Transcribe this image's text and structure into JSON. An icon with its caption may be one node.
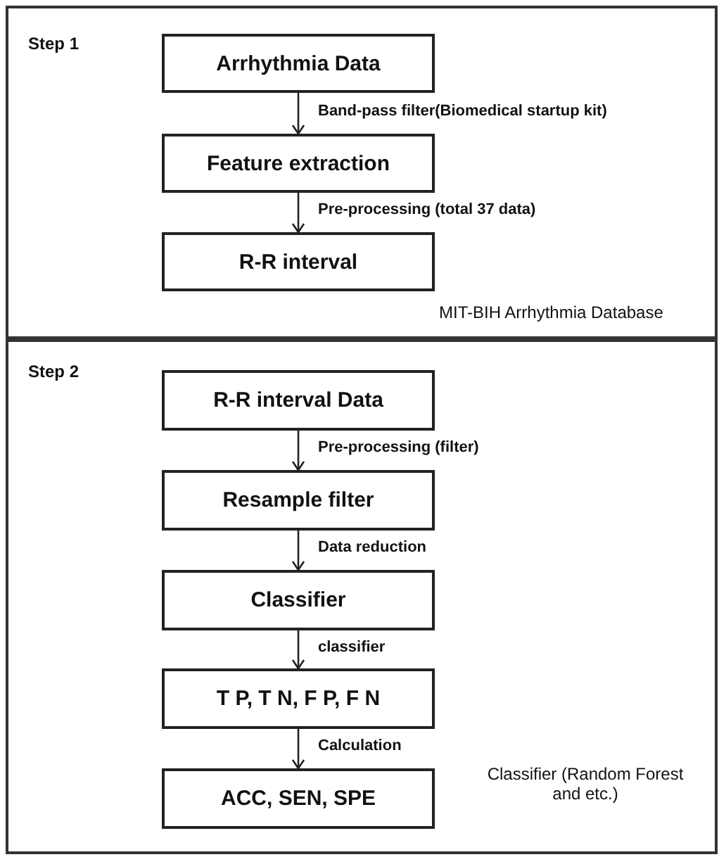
{
  "diagram": {
    "nodes": [
      {
        "text": [
          "Step 1",
          "MIT-BIH Arrhythmia Database"
        ]
      },
      {
        "text": [
          "Arrhythmia Data"
        ],
        "in": 0
      },
      {
        "text": [
          "Feature extraction"
        ],
        "in": 0
      },
      {
        "text": [
          "R-R interval"
        ],
        "in": 0
      },
      {
        "text": [
          "Step 2",
          "Classifier (Random Forest and etc.)"
        ]
      },
      {
        "text": [
          "R-R interval Data"
        ],
        "in": 4
      },
      {
        "text": [
          "Resample filter"
        ],
        "in": 4
      },
      {
        "text": [
          "Classifier"
        ],
        "in": 4
      },
      {
        "text": [
          "T P, T N, F P, F N"
        ],
        "in": 4
      },
      {
        "text": [
          "ACC, SEN, SPE"
        ],
        "in": 4
      }
    ],
    "edges": [
      {
        "from": 1,
        "to": 2,
        "arrow": "to",
        "label": "Band-pass filter(Biomedical startup kit)"
      },
      {
        "from": 2,
        "to": 3,
        "arrow": "to",
        "label": "Pre-processing (total 37 data)"
      },
      {
        "from": 5,
        "to": 6,
        "arrow": "to",
        "label": "Pre-processing (filter)"
      },
      {
        "from": 6,
        "to": 7,
        "arrow": "to",
        "label": "Data reduction"
      },
      {
        "from": 7,
        "to": 8,
        "arrow": "to",
        "label": "classifier"
      },
      {
        "from": 8,
        "to": 9,
        "arrow": "to",
        "label": "Calculation"
      }
    ]
  }
}
